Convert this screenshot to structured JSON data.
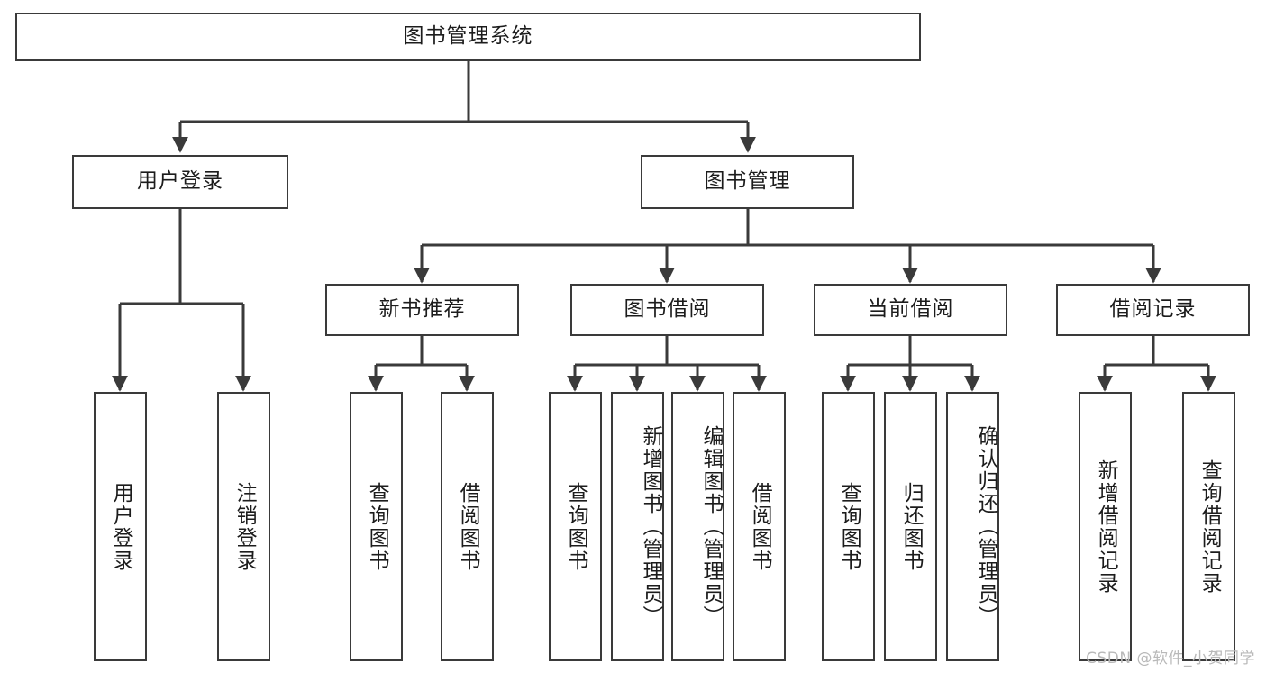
{
  "diagram": {
    "title": "图书管理系统",
    "type": "tree-hierarchy-diagram",
    "root": {
      "id": "root",
      "label": "图书管理系统"
    },
    "level1": [
      {
        "id": "user-login",
        "label": "用户登录"
      },
      {
        "id": "book-manage",
        "label": "图书管理"
      }
    ],
    "level2": [
      {
        "id": "new-book-recommend",
        "label": "新书推荐",
        "parent": "book-manage"
      },
      {
        "id": "book-borrow",
        "label": "图书借阅",
        "parent": "book-manage"
      },
      {
        "id": "current-borrow",
        "label": "当前借阅",
        "parent": "book-manage"
      },
      {
        "id": "borrow-record",
        "label": "借阅记录",
        "parent": "book-manage"
      }
    ],
    "leaves": [
      {
        "id": "leaf-user-login",
        "label": "用户登录",
        "parent": "user-login"
      },
      {
        "id": "leaf-logout",
        "label": "注销登录",
        "parent": "user-login"
      },
      {
        "id": "leaf-query-book-1",
        "label": "查询图书",
        "parent": "new-book-recommend"
      },
      {
        "id": "leaf-borrow-book-1",
        "label": "借阅图书",
        "parent": "new-book-recommend"
      },
      {
        "id": "leaf-query-book-2",
        "label": "查询图书",
        "parent": "book-borrow"
      },
      {
        "id": "leaf-add-book",
        "label": "新增图书（管理员）",
        "parent": "book-borrow"
      },
      {
        "id": "leaf-edit-book",
        "label": "编辑图书（管理员）",
        "parent": "book-borrow"
      },
      {
        "id": "leaf-borrow-book-2",
        "label": "借阅图书",
        "parent": "book-borrow"
      },
      {
        "id": "leaf-query-book-3",
        "label": "查询图书",
        "parent": "current-borrow"
      },
      {
        "id": "leaf-return-book",
        "label": "归还图书",
        "parent": "current-borrow"
      },
      {
        "id": "leaf-confirm-return",
        "label": "确认归还（管理员）",
        "parent": "current-borrow"
      },
      {
        "id": "leaf-add-record",
        "label": "新增借阅记录",
        "parent": "borrow-record"
      },
      {
        "id": "leaf-query-record",
        "label": "查询借阅记录",
        "parent": "borrow-record"
      }
    ]
  },
  "watermark": {
    "text": "CSDN @软件_小贺同学"
  },
  "colors": {
    "stroke": "#3a3a3a",
    "background": "#ffffff",
    "text": "#1c1c1c",
    "watermark": "#b9b9b9"
  }
}
